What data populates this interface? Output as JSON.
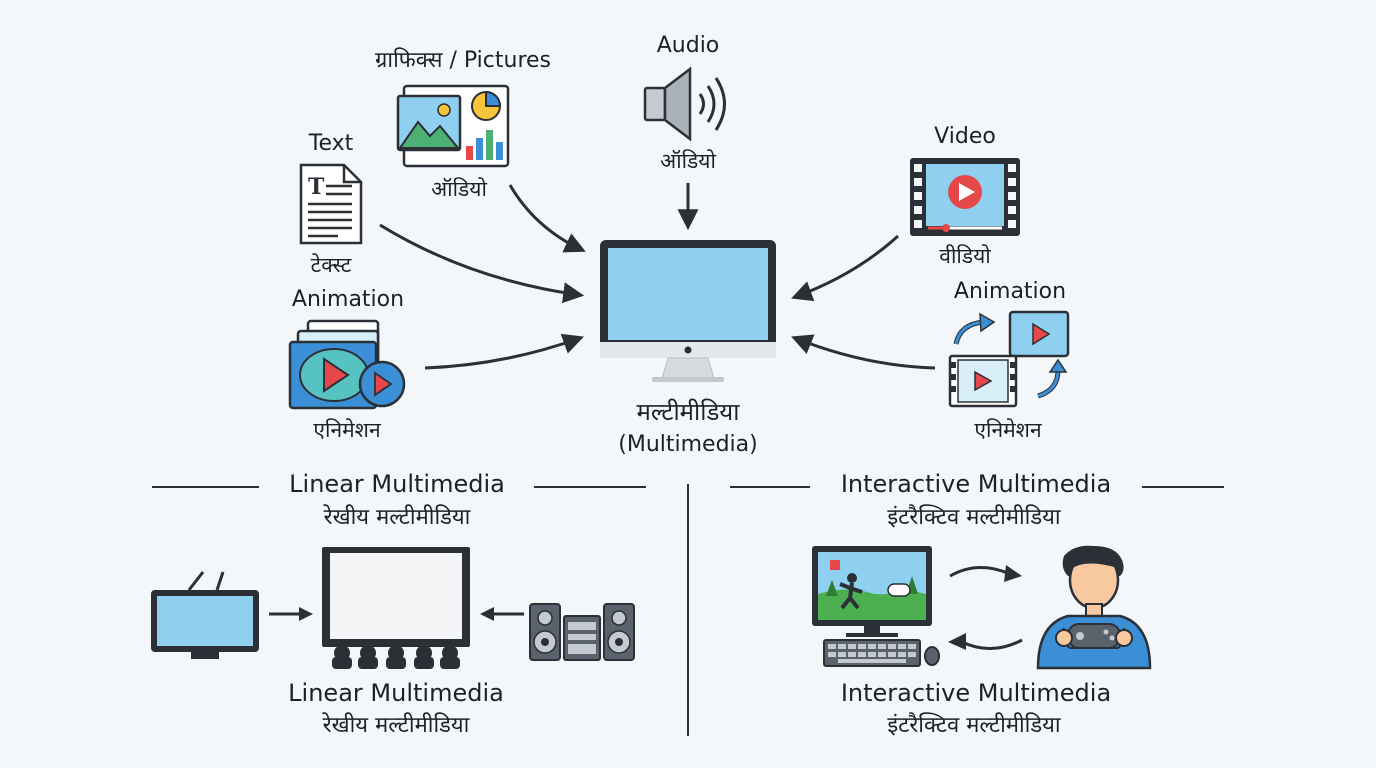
{
  "sources": {
    "graphics": {
      "title": "ग्राफिक्स / Pictures",
      "subtitle": "ऑडियो"
    },
    "audio": {
      "title": "Audio",
      "subtitle": "ऑडियो"
    },
    "text": {
      "title": "Text",
      "subtitle": "टेक्स्ट"
    },
    "video": {
      "title": "Video",
      "subtitle": "वीडियो"
    },
    "animation_left": {
      "title": "Animation",
      "subtitle": "एनिमेशन"
    },
    "animation_right": {
      "title": "Animation",
      "subtitle": "एनिमेशन"
    }
  },
  "center": {
    "title": "मल्टीमीडिया",
    "subtitle": "(Multimedia)"
  },
  "linear": {
    "heading": "Linear Multimedia",
    "heading_hi": "रेखीय मल्टीमीडिया",
    "caption": "Linear Multimedia",
    "caption_hi": "रेखीय मल्टीमीडिया"
  },
  "interactive": {
    "heading": "Interactive Multimedia",
    "heading_hi": "इंटरैक्टिव मल्टीमीडिया",
    "caption": "Interactive Multimedia",
    "caption_hi": "इंटरैक्टिव मल्टीमीडिया"
  },
  "icons": {
    "graphics": "picture-chart-icon",
    "audio": "speaker-icon",
    "text": "document-icon",
    "video": "video-player-icon",
    "animation_left": "animation-layers-icon",
    "animation_right": "animation-frames-icon",
    "center": "desktop-monitor-icon",
    "tv": "television-icon",
    "cinema": "cinema-screen-icon",
    "stereo": "stereo-system-icon",
    "game_pc": "gaming-computer-icon",
    "gamer": "gamer-person-icon"
  },
  "colors": {
    "screen_blue": "#8fd0f0",
    "accent_red": "#e6484a",
    "outline": "#2b3036"
  }
}
